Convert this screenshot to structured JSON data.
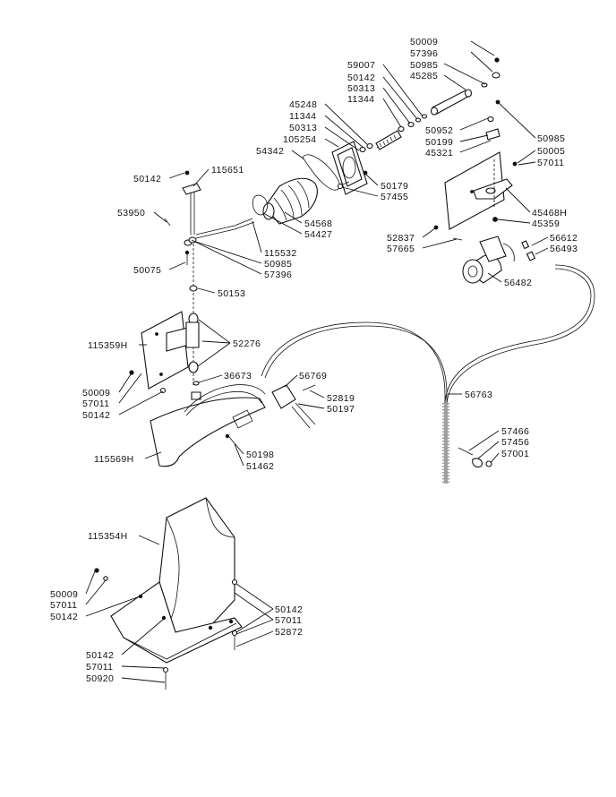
{
  "labels": {
    "p50009_top": "50009",
    "p57396_top": "57396",
    "p59007": "59007",
    "p50142_a": "50142",
    "p50985_a": "50985",
    "p45285": "45285",
    "p50313_a": "50313",
    "p11344_a": "11344",
    "p45248": "45248",
    "p11344_b": "11344",
    "p50313_b": "50313",
    "p105254": "105254",
    "p54342": "54342",
    "p50952": "50952",
    "p50199": "50199",
    "p45321": "45321",
    "p50985_b": "50985",
    "p50005": "50005",
    "p57011_a": "57011",
    "p50179": "50179",
    "p57455": "57455",
    "p50142_b": "50142",
    "p115651": "115651",
    "p53950": "53950",
    "p54568": "54568",
    "p54427": "54427",
    "p45468H": "45468H",
    "p45359": "45359",
    "p52837": "52837",
    "p57665": "57665",
    "p56612": "56612",
    "p56493": "56493",
    "p115532": "115532",
    "p50985_c": "50985",
    "p57396_b": "57396",
    "p50075": "50075",
    "p56482": "56482",
    "p50153": "50153",
    "p115359H": "115359H",
    "p52276": "52276",
    "p36673": "36673",
    "p50009_b": "50009",
    "p57011_b": "57011",
    "p50142_c": "50142",
    "p56769": "56769",
    "p52819": "52819",
    "p50197": "50197",
    "p56763": "56763",
    "p115569H": "115569H",
    "p50198": "50198",
    "p51462": "51462",
    "p57466": "57466",
    "p57456": "57456",
    "p57001": "57001",
    "p115354H": "115354H",
    "p50009_c": "50009",
    "p57011_c": "57011",
    "p50142_d": "50142",
    "p50142_e": "50142",
    "p57011_d": "57011",
    "p52872": "52872",
    "p50142_f": "50142",
    "p57011_e": "57011",
    "p50920": "50920"
  }
}
